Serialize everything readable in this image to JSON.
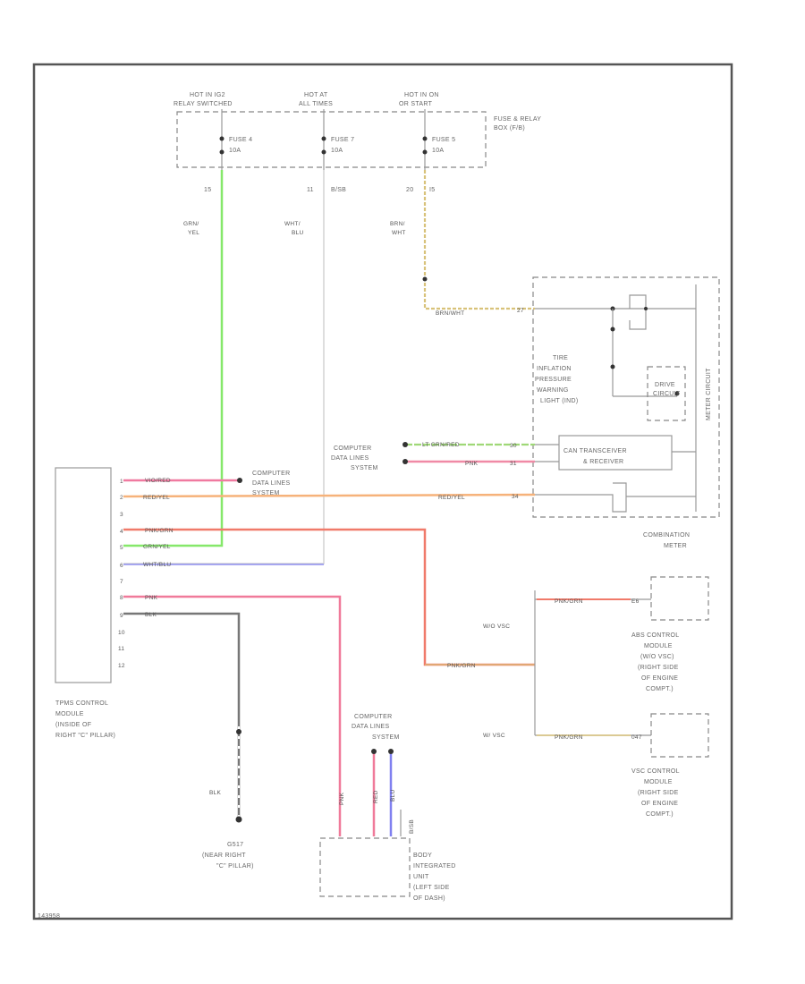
{
  "diagram_id": "143958",
  "fuse_box": {
    "label": [
      "FUSE & RELAY",
      "BOX (F/B)"
    ],
    "sources": [
      {
        "hot_label": "HOT IN IG2",
        "hot_sub": "RELAY SWITCHED",
        "fuse_name": "FUSE 4",
        "fuse_amp": "10A",
        "pin": "15"
      },
      {
        "hot_label": "HOT AT",
        "hot_sub": "ALL TIMES",
        "fuse_name": "FUSE 7",
        "fuse_amp": "10A",
        "pin": "11",
        "pin_tag": "B/SB"
      },
      {
        "hot_label": "HOT IN ON",
        "hot_sub": "OR START",
        "fuse_name": "FUSE 5",
        "fuse_amp": "10A",
        "pin": "20",
        "pin_tag": "I5"
      }
    ]
  },
  "wire_colors": {
    "fuse4": [
      "GRN/",
      "YEL"
    ],
    "fuse7": [
      "WHT/",
      "BLU"
    ],
    "fuse5": [
      "BRN/",
      "WHT"
    ]
  },
  "combination_meter": {
    "label": [
      "COMBINATION",
      "METER"
    ],
    "side_label": "METER CIRCUIT",
    "input_wire": "BRN/WHT",
    "input_pin": "27",
    "tpms_light": [
      "TIRE",
      "INFLATION",
      "PRESSURE",
      "WARNING",
      "LIGHT (IND)"
    ],
    "drive_label": [
      "DRIVE",
      "CIRCUIT"
    ],
    "can_label": [
      "CAN TRANSCEIVER",
      "& RECEIVER"
    ],
    "can_wires": [
      {
        "color": "LT GRN/RED",
        "pin": "30"
      },
      {
        "color": "PNK",
        "pin": "31"
      }
    ],
    "red_yel_wire": "RED/YEL",
    "red_yel_pin": "34"
  },
  "computer_data_lines": {
    "left": [
      "COMPUTER",
      "DATA LINES",
      "SYSTEM"
    ],
    "mid": [
      "COMPUTER",
      "DATA LINES",
      "SYSTEM"
    ],
    "bottom": [
      "COMPUTER",
      "DATA LINES",
      "SYSTEM"
    ]
  },
  "tpms_module": {
    "label": [
      "TPMS CONTROL",
      "MODULE",
      "(INSIDE OF",
      "RIGHT \"C\" PILLAR)"
    ],
    "pins": [
      {
        "num": "1",
        "wire": "VIO/RED"
      },
      {
        "num": "2",
        "wire": "RED/YEL"
      },
      {
        "num": "3",
        "wire": ""
      },
      {
        "num": "4",
        "wire": "PNK/GRN"
      },
      {
        "num": "5",
        "wire": "GRN/YEL"
      },
      {
        "num": "6",
        "wire": "WHT/BLU"
      },
      {
        "num": "7",
        "wire": ""
      },
      {
        "num": "8",
        "wire": "PNK"
      },
      {
        "num": "9",
        "wire": "BLK"
      },
      {
        "num": "10",
        "wire": ""
      },
      {
        "num": "11",
        "wire": ""
      },
      {
        "num": "12",
        "wire": ""
      }
    ]
  },
  "ground": {
    "wire": "BLK",
    "label": [
      "G517",
      "(NEAR RIGHT",
      "\"C\" PILLAR)"
    ]
  },
  "right_modules": {
    "branch_wire": "PNK/GRN",
    "with_vsc": "W/O VSC",
    "w_vsc": "W/ VSC",
    "abs": {
      "wire": "PNK/GRN",
      "pin": "E6",
      "label": [
        "ABS CONTROL",
        "MODULE",
        "(W/O VSC)",
        "(RIGHT SIDE",
        "OF ENGINE",
        "COMPT.)"
      ]
    },
    "vsc": {
      "wire": "PNK/GRN",
      "pin": "047",
      "label": [
        "VSC CONTROL",
        "MODULE",
        "(RIGHT SIDE",
        "OF ENGINE",
        "COMPT.)"
      ]
    }
  },
  "body_unit": {
    "wires": [
      "PNK",
      "RED",
      "BLU"
    ],
    "tag": "B/SB",
    "label": [
      "BODY",
      "INTEGRATED",
      "UNIT",
      "(LEFT SIDE",
      "OF DASH)"
    ]
  }
}
